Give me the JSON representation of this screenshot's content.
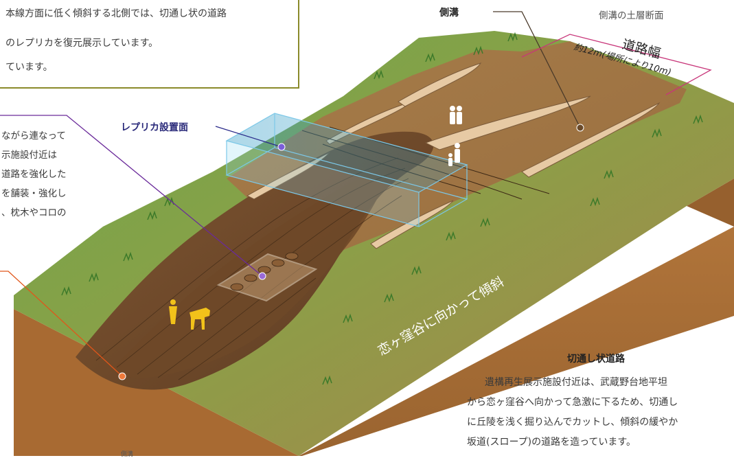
{
  "intro": {
    "lines": [
      "本線方面に低く傾斜する北側では、切通し状の道路",
      "のレプリカを復元展示しています。",
      "ています。"
    ]
  },
  "labels": {
    "side_ditch": "側溝",
    "side_ditch_section": "側溝の土層断面",
    "road_width": "道路幅",
    "road_width_note": "約12m(場所により10m)",
    "replica_surface": "レプリカ設置面",
    "slope_label": "恋ヶ窪谷に向かって傾斜",
    "cut_road_title": "切通し状道路",
    "bottom_small": "側溝"
  },
  "left_text": [
    "ながら連なって",
    "示施設付近は",
    "道路を強化した",
    "を舗装・強化し",
    "、枕木やコロの"
  ],
  "cut_road_body": [
    "遺構再生展示施設付近は、武蔵野台地平坦",
    "から恋ヶ窪谷へ向かって急激に下るため、切通し",
    "に丘陵を浅く掘り込んでカットし、傾斜の緩やか",
    "坂道(スロープ)の道路を造っています。"
  ],
  "colors": {
    "ditch_line": "#4a3a2a",
    "replica_line": "#2a2a8a",
    "orange_line": "#e0561a",
    "purple_line": "#6a2a9a",
    "road_width_line": "#c8367a",
    "replica_box": "#7cc8e8",
    "soil": "#a86a32",
    "grass": "#6aa84a"
  }
}
